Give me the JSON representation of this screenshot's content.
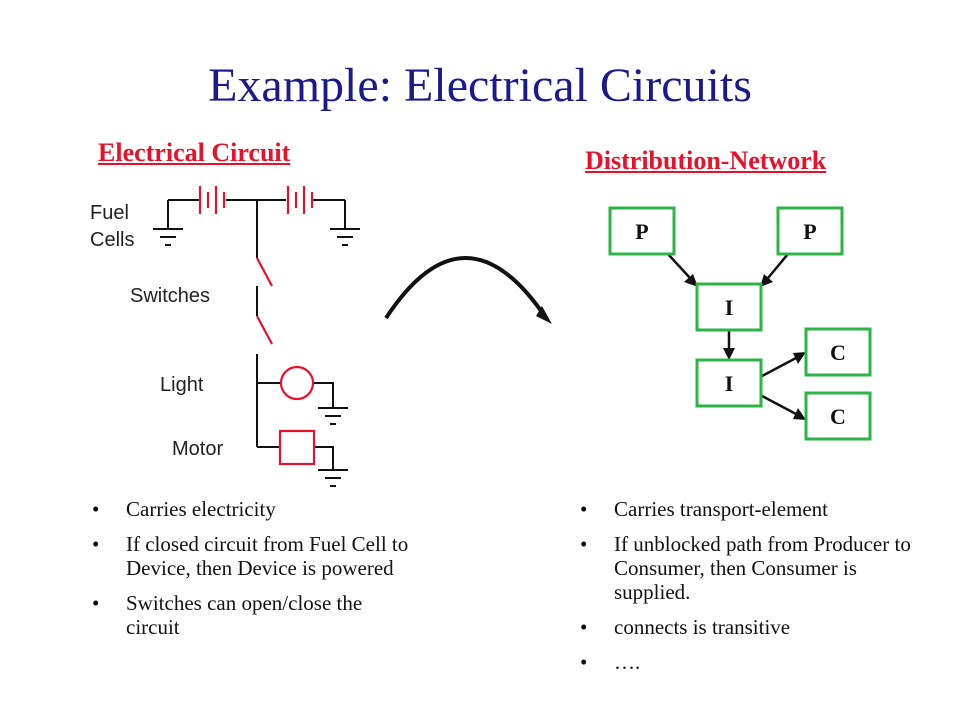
{
  "title": "Example: Electrical Circuits",
  "left": {
    "heading": "Electrical Circuit",
    "labels": {
      "fuel_line1": "Fuel",
      "fuel_line2": "Cells",
      "switches": "Switches",
      "light": "Light",
      "motor": "Motor"
    },
    "bullets": [
      "Carries electricity",
      "If closed circuit from Fuel Cell to Device, then Device is powered",
      "Switches can open/close the circuit"
    ]
  },
  "right": {
    "heading": "Distribution-Network",
    "nodes": {
      "p1": "P",
      "p2": "P",
      "i1": "I",
      "i2": "I",
      "c1": "C",
      "c2": "C"
    },
    "bullets": [
      "Carries transport-element",
      "If unblocked path from Producer to Consumer, then Consumer is supplied.",
      "connects is transitive",
      "…."
    ]
  },
  "colors": {
    "title": "#1a1a8c",
    "heading": "#e8102a",
    "component": "#e8102a",
    "node_border": "#2db34a",
    "wire": "#111111"
  }
}
